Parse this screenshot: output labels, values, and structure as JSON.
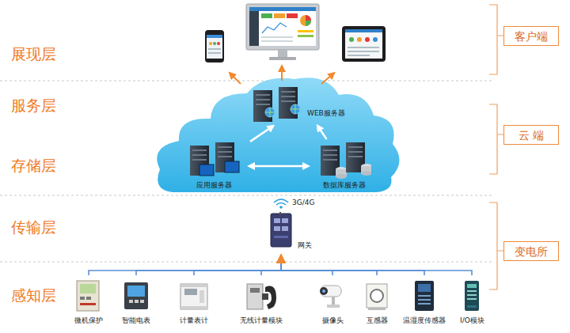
{
  "diagram": {
    "nodes": [
      {
        "text": [
          "客户端"
        ]
      },
      {
        "text": [
          "WEB服务器"
        ]
      },
      {
        "text": [
          "云 端"
        ]
      },
      {
        "text": [
          "应用服务器"
        ]
      },
      {
        "text": [
          "数据库服务器"
        ]
      },
      {
        "text": [
          "3G/4G",
          "网关"
        ]
      },
      {
        "text": [
          "变电所"
        ]
      },
      {
        "text": [
          "微机保护"
        ]
      },
      {
        "text": [
          "智能电表"
        ]
      },
      {
        "text": [
          "计量表计"
        ]
      },
      {
        "text": [
          "无线计量模块"
        ]
      },
      {
        "text": [
          "摄像头"
        ]
      },
      {
        "text": [
          "互感器"
        ]
      },
      {
        "text": [
          "温湿度传感器"
        ]
      },
      {
        "text": [
          "I/O模块"
        ]
      }
    ],
    "edges": [
      {
        "from": 3,
        "to": 4,
        "arrow": "both"
      },
      {
        "from": 3,
        "to": 1,
        "arrow": "to"
      },
      {
        "from": 4,
        "to": 1,
        "arrow": "to"
      },
      {
        "from": 7,
        "to": 5,
        "arrow": "to"
      },
      {
        "from": 8,
        "to": 5,
        "arrow": "to"
      },
      {
        "from": 9,
        "to": 5,
        "arrow": "to"
      },
      {
        "from": 10,
        "to": 5,
        "arrow": "to"
      },
      {
        "from": 11,
        "to": 5,
        "arrow": "to"
      },
      {
        "from": 12,
        "to": 5,
        "arrow": "to"
      },
      {
        "from": 13,
        "to": 5,
        "arrow": "to"
      },
      {
        "from": 14,
        "to": 5,
        "arrow": "to"
      }
    ],
    "labels": [
      "展现层",
      "服务层",
      "存储层",
      "传输层",
      "感知层"
    ]
  }
}
